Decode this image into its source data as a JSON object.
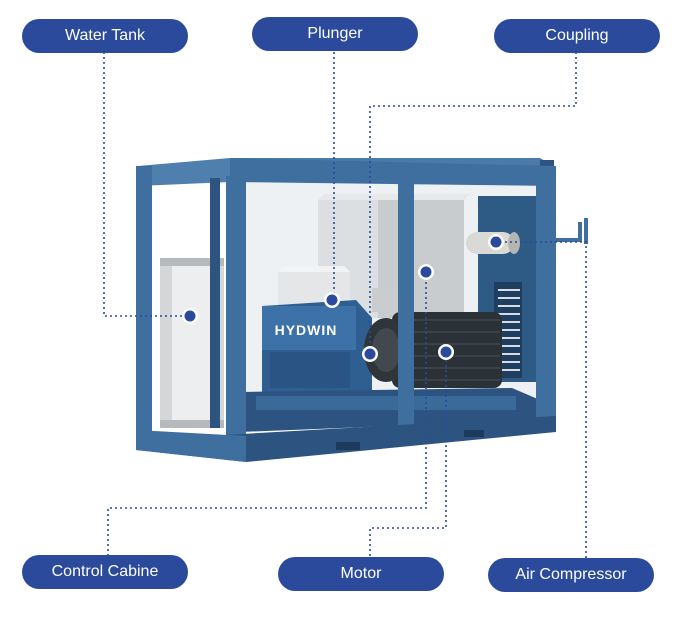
{
  "labels": {
    "water_tank": "Water Tank",
    "plunger": "Plunger",
    "coupling": "Coupling",
    "control_cabine": "Control Cabine",
    "motor": "Motor",
    "air_compressor": "Air Compressor"
  },
  "nameplate": {
    "brand": "HYDWIN"
  },
  "colors": {
    "pill": "#2b4a9c",
    "frame": "#3f6f9e",
    "frame_dark": "#2d5480",
    "leader": "#2b4a9c",
    "marker": "#2b4a9c"
  }
}
